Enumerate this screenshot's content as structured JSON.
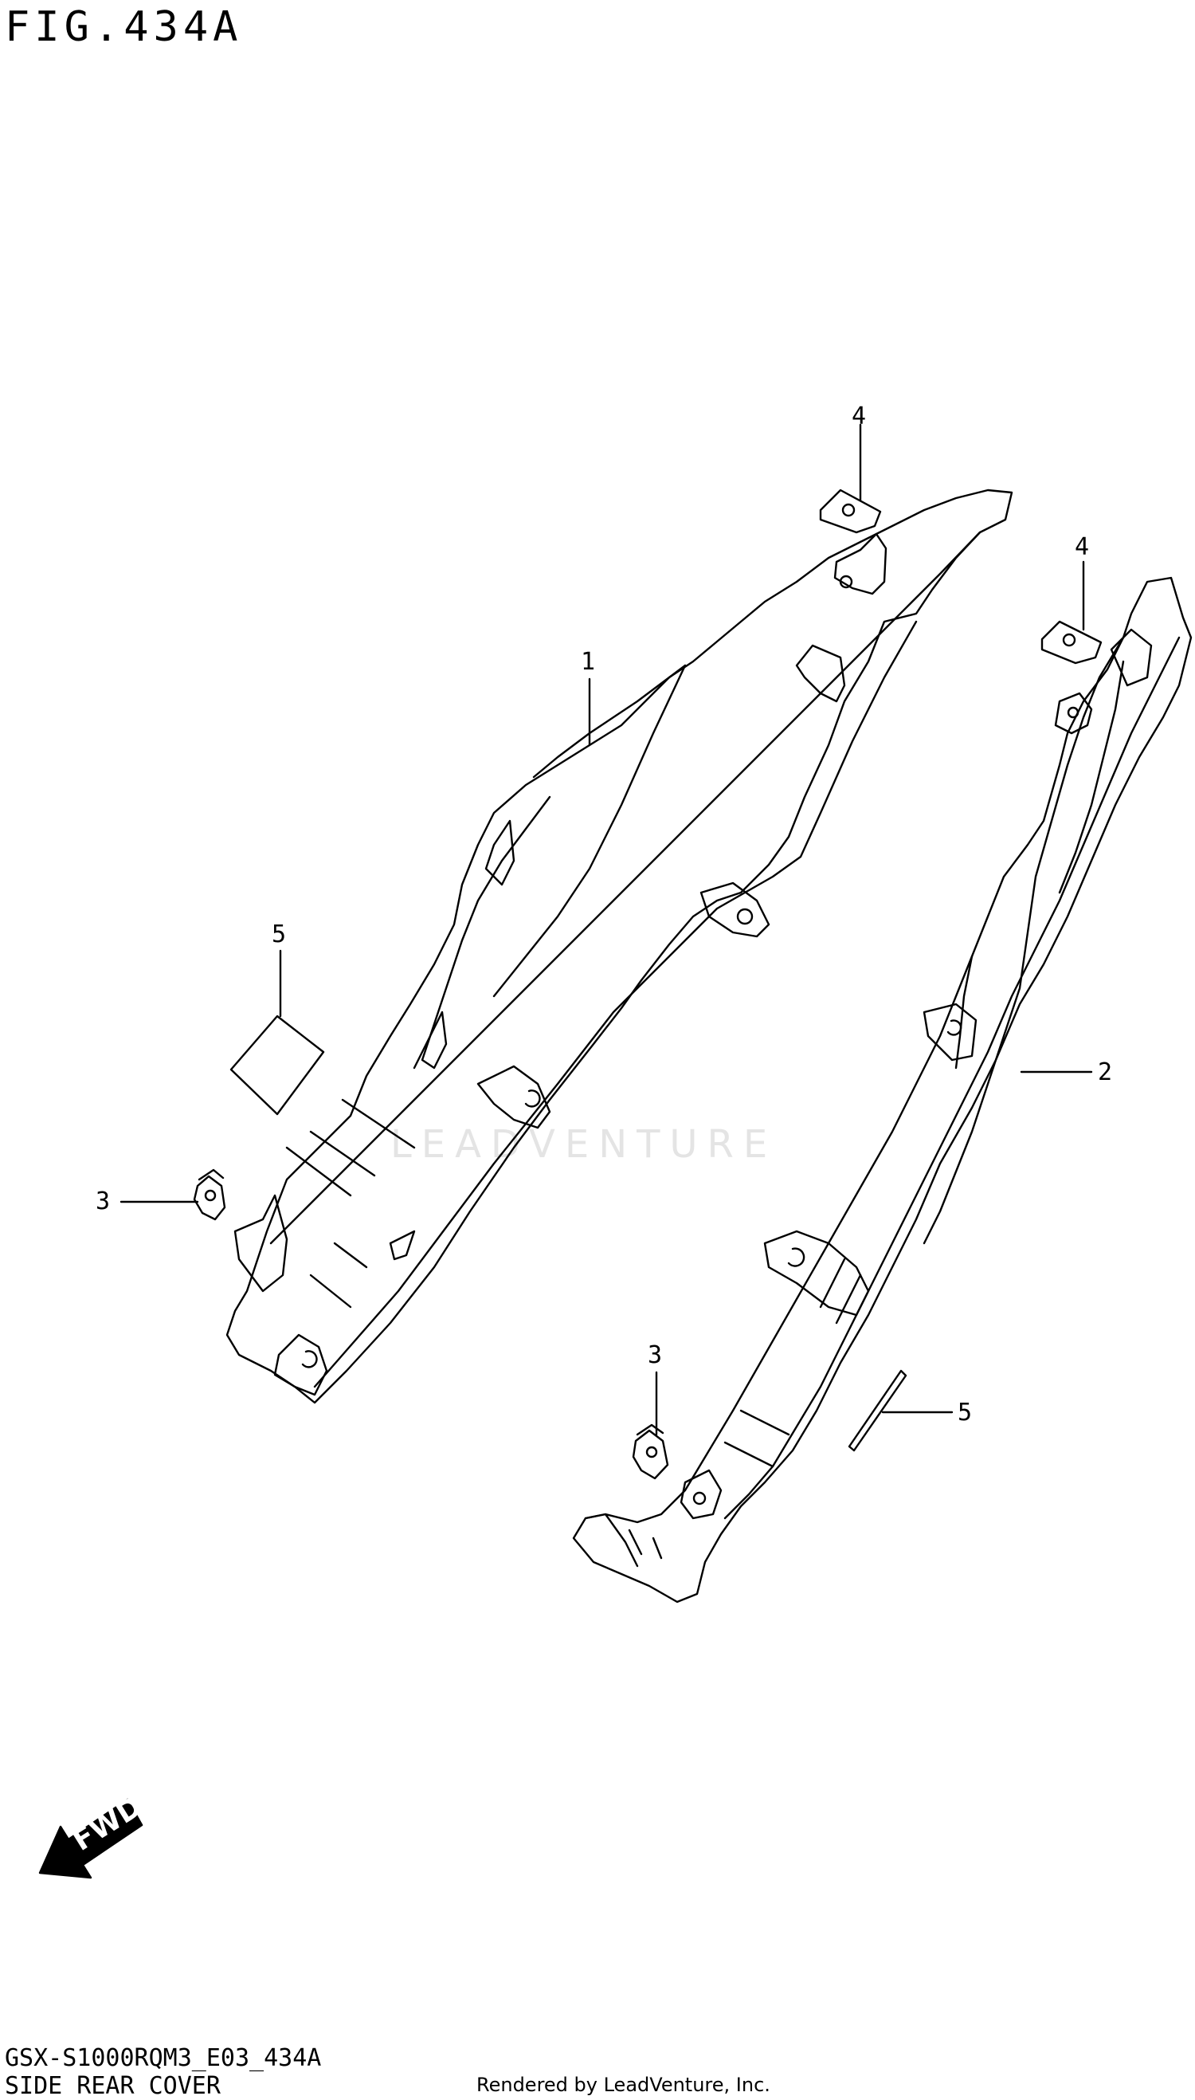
{
  "figure": {
    "title": "FIG.434A",
    "model_code": "GSX-S1000RQM3_E03_434A",
    "subtitle": "SIDE REAR COVER",
    "rendered_by": "Rendered by LeadVenture, Inc.",
    "watermark": "LEADVENTURE",
    "direction_label": "FWD"
  },
  "callouts": [
    {
      "id": "callout-1",
      "label": "1"
    },
    {
      "id": "callout-2",
      "label": "2"
    },
    {
      "id": "callout-3-left",
      "label": "3"
    },
    {
      "id": "callout-3-right",
      "label": "3"
    },
    {
      "id": "callout-4-left",
      "label": "4"
    },
    {
      "id": "callout-4-right",
      "label": "4"
    },
    {
      "id": "callout-5-left",
      "label": "5"
    },
    {
      "id": "callout-5-right",
      "label": "5"
    }
  ]
}
